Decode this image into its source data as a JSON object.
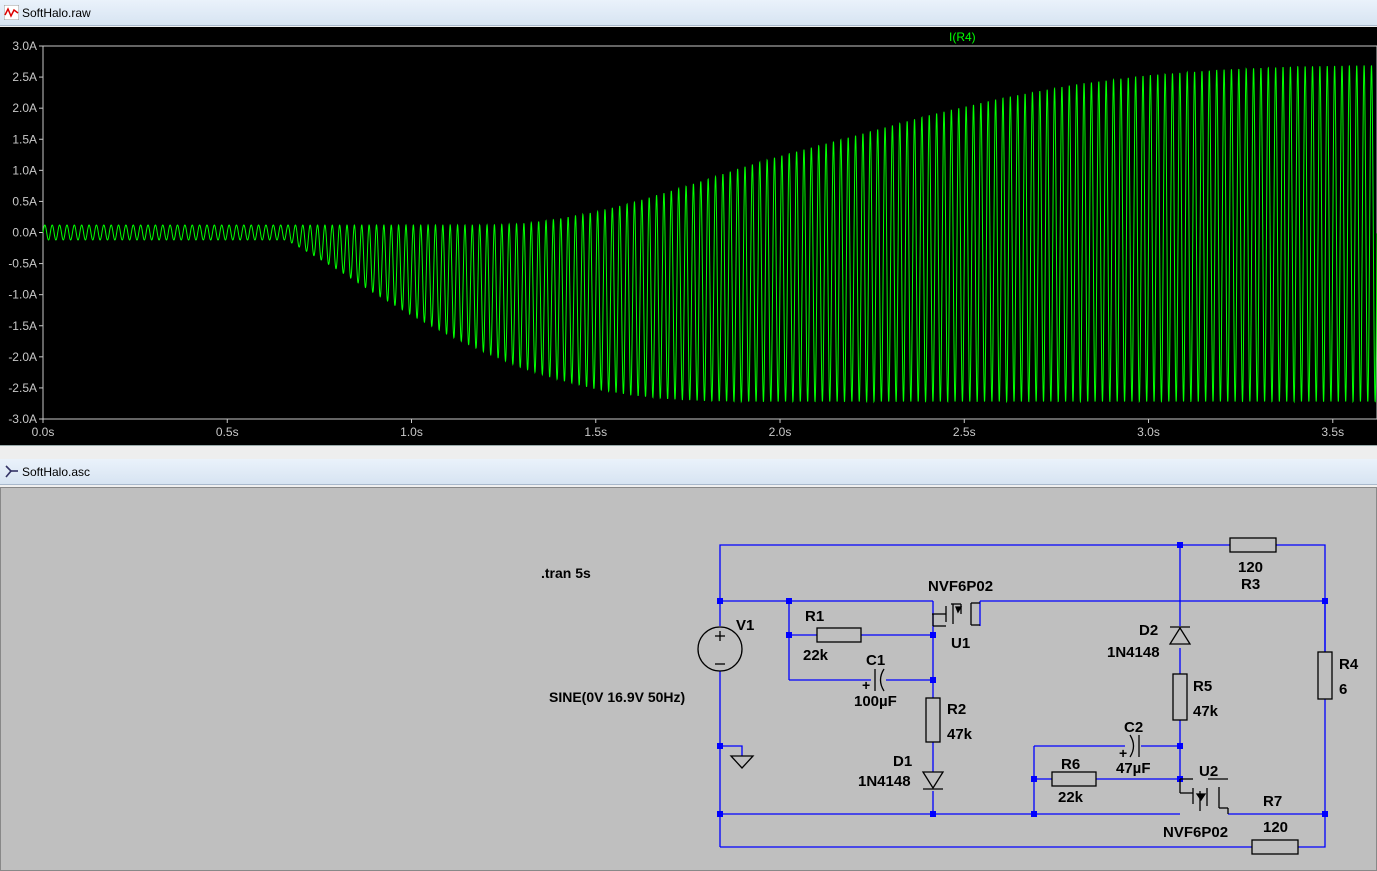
{
  "waveform_window": {
    "title": "SoftHalo.raw",
    "trace_label": "I(R4)"
  },
  "schematic_window": {
    "title": "SoftHalo.asc"
  },
  "colors": {
    "trace": "#00ff00",
    "plot_bg": "#000000",
    "axis": "#c8c8c8",
    "wire": "#0000ff",
    "schematic_bg": "#bfbfbf"
  },
  "chart_data": {
    "type": "line",
    "title": "",
    "series": [
      {
        "name": "I(R4)"
      }
    ],
    "xlabel": "",
    "ylabel": "",
    "xlim": [
      0,
      3.62
    ],
    "ylim": [
      -3.0,
      3.0
    ],
    "x_ticks": [
      "0.0s",
      "0.5s",
      "1.0s",
      "1.5s",
      "2.0s",
      "2.5s",
      "3.0s",
      "3.5s"
    ],
    "y_ticks": [
      "3.0A",
      "2.5A",
      "2.0A",
      "1.5A",
      "1.0A",
      "0.5A",
      "0.0A",
      "-0.5A",
      "-1.0A",
      "-1.5A",
      "-2.0A",
      "-2.5A",
      "-3.0A"
    ],
    "frequency_hz": 50,
    "envelope": {
      "t": [
        0.0,
        0.66,
        0.7,
        0.8,
        0.9,
        1.0,
        1.1,
        1.2,
        1.3,
        1.4,
        1.5,
        1.6,
        1.7,
        1.8,
        1.9,
        2.0,
        2.2,
        2.4,
        2.6,
        2.8,
        3.0,
        3.2,
        3.4,
        3.62
      ],
      "max": [
        0.12,
        0.12,
        0.12,
        0.12,
        0.12,
        0.12,
        0.12,
        0.12,
        0.14,
        0.22,
        0.33,
        0.48,
        0.66,
        0.85,
        1.05,
        1.23,
        1.55,
        1.88,
        2.16,
        2.38,
        2.53,
        2.62,
        2.67,
        2.69
      ],
      "min": [
        -0.12,
        -0.12,
        -0.25,
        -0.6,
        -0.98,
        -1.33,
        -1.65,
        -1.93,
        -2.18,
        -2.37,
        -2.52,
        -2.62,
        -2.68,
        -2.71,
        -2.72,
        -2.72,
        -2.72,
        -2.72,
        -2.72,
        -2.72,
        -2.72,
        -2.72,
        -2.72,
        -2.72
      ]
    }
  },
  "schematic": {
    "directive": ".tran 5s",
    "source": {
      "name": "V1",
      "value": "SINE(0V 16.9V 50Hz)"
    },
    "r1": {
      "name": "R1",
      "value": "22k"
    },
    "c1": {
      "name": "C1",
      "value": "100µF"
    },
    "r2": {
      "name": "R2",
      "value": "47k"
    },
    "d1": {
      "name": "D1",
      "value": "1N4148"
    },
    "u1": {
      "name": "U1",
      "value": "NVF6P02"
    },
    "r3": {
      "name": "R3",
      "value": "120"
    },
    "d2": {
      "name": "D2",
      "value": "1N4148"
    },
    "r5": {
      "name": "R5",
      "value": "47k"
    },
    "c2": {
      "name": "C2",
      "value": "47µF"
    },
    "r6": {
      "name": "R6",
      "value": "22k"
    },
    "u2": {
      "name": "U2",
      "value": "NVF6P02"
    },
    "r7": {
      "name": "R7",
      "value": "120"
    },
    "r4": {
      "name": "R4",
      "value": "6"
    }
  }
}
